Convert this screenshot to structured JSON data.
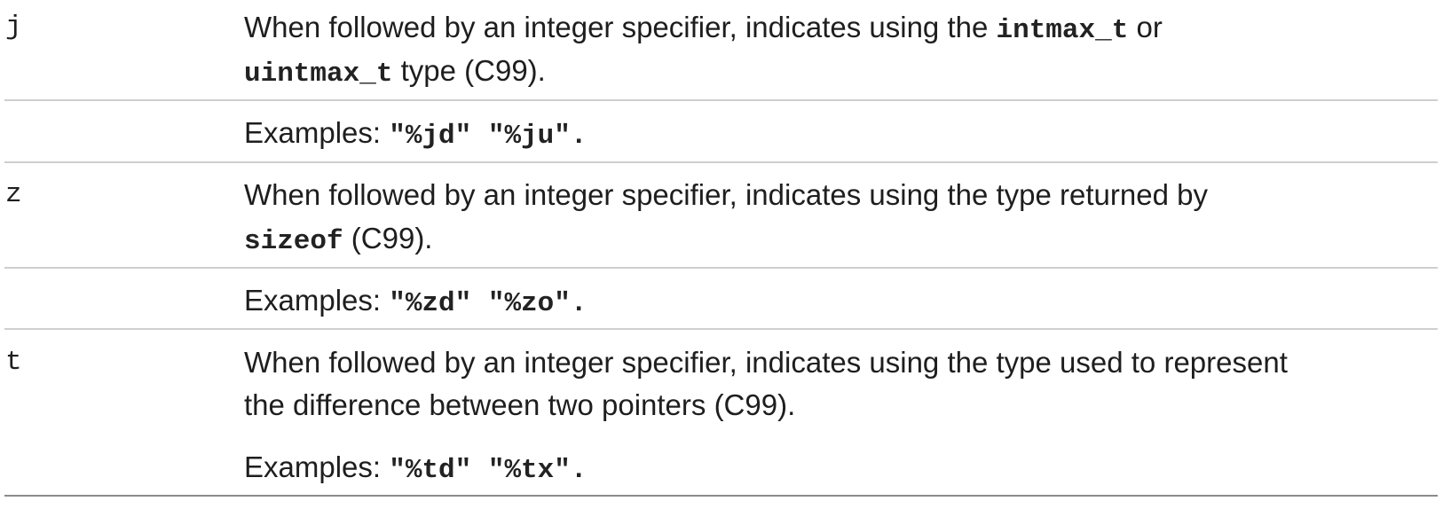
{
  "rows": [
    {
      "modifier": "j",
      "desc": {
        "line1_a": "When followed by an integer specifier, indicates using the ",
        "line1_code": "intmax_t",
        "line1_b": " or",
        "line2_code": "uintmax_t",
        "line2_b": " type (C99)."
      },
      "examples": {
        "label": "Examples: ",
        "code": "\"%jd\" \"%ju\"."
      }
    },
    {
      "modifier": "z",
      "desc": {
        "line1_a": "When followed by an integer specifier, indicates using the type returned by",
        "line2_code": "sizeof",
        "line2_b": " (C99)."
      },
      "examples": {
        "label": "Examples: ",
        "code": "\"%zd\" \"%zo\"."
      }
    },
    {
      "modifier": "t",
      "desc": {
        "line1_a": "When followed by an integer specifier, indicates using the type used to represent",
        "line2_a": "the difference between two pointers (C99)."
      },
      "examples": {
        "label": "Examples: ",
        "code": "\"%td\" \"%tx\"."
      }
    }
  ]
}
